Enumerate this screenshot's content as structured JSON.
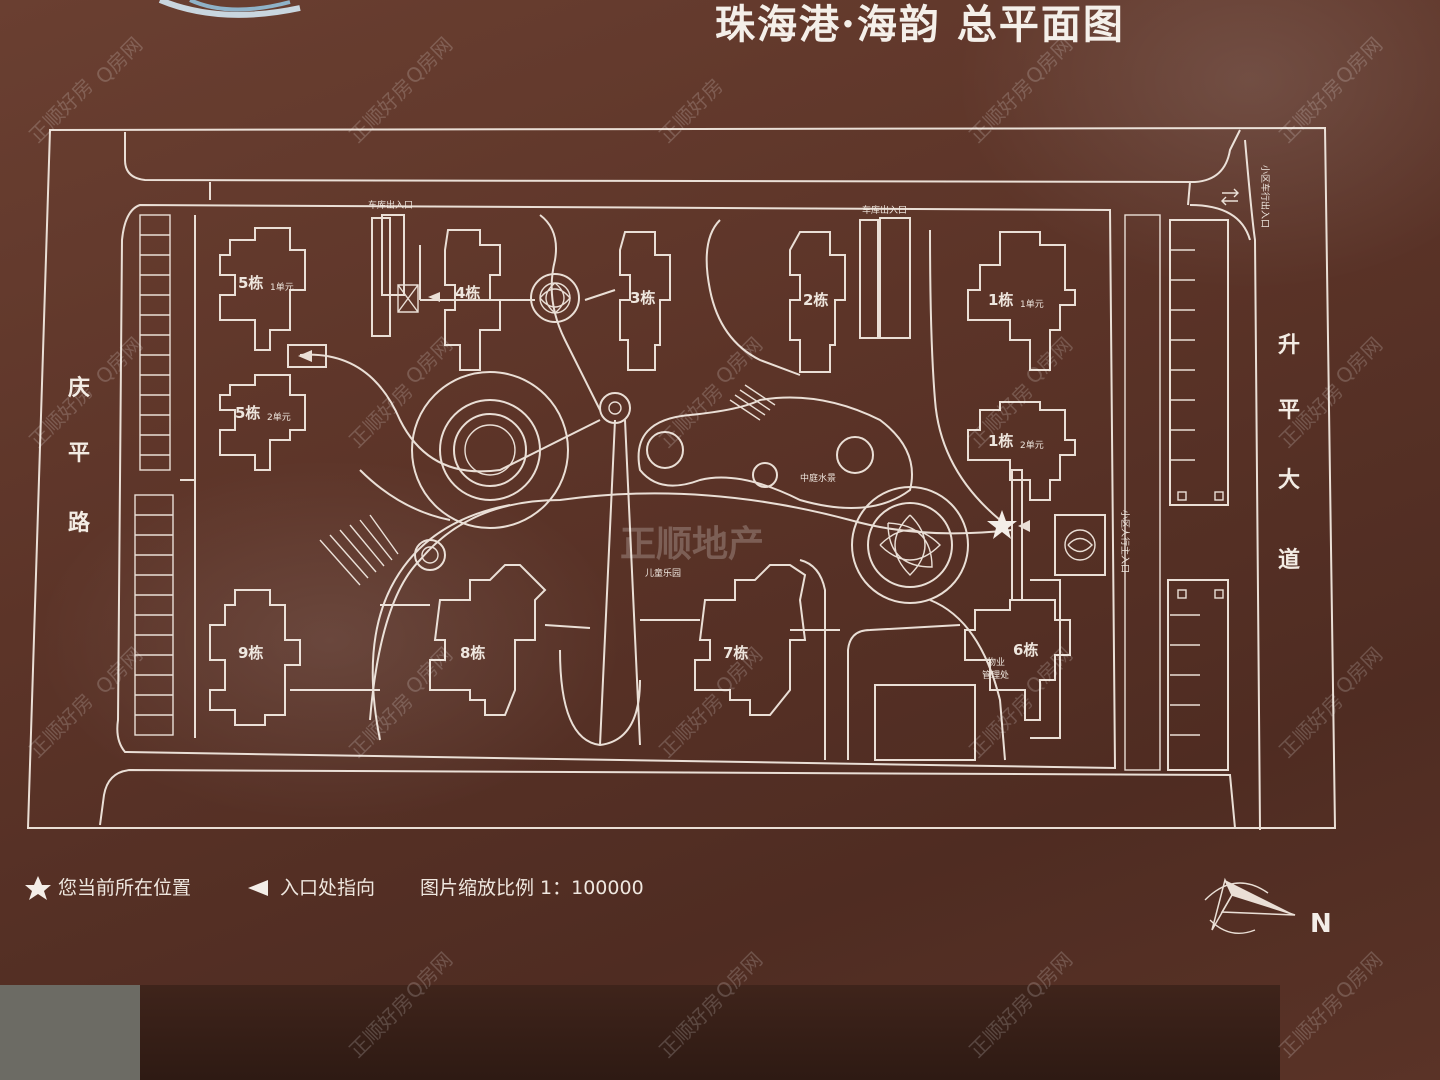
{
  "title": "珠海港·海韵 总平面图",
  "roads": {
    "west": "庆平路",
    "east": "升平大道"
  },
  "buildings": [
    {
      "name": "5栋",
      "unit": "1单元"
    },
    {
      "name": "5栋",
      "unit": "2单元"
    },
    {
      "name": "4栋",
      "unit": ""
    },
    {
      "name": "3栋",
      "unit": ""
    },
    {
      "name": "2栋",
      "unit": ""
    },
    {
      "name": "1栋",
      "unit": "1单元"
    },
    {
      "name": "1栋",
      "unit": "2单元"
    },
    {
      "name": "9栋",
      "unit": ""
    },
    {
      "name": "8栋",
      "unit": ""
    },
    {
      "name": "7栋",
      "unit": ""
    },
    {
      "name": "6栋",
      "unit": ""
    }
  ],
  "labels": {
    "garage_entrance_1": "车库出入口",
    "garage_entrance_2": "车库出入口",
    "vehicle_entrance": "小区车行出入口",
    "pedestrian_entrance": "小区人行主入口",
    "central_water": "中庭水景",
    "playground": "儿童乐园",
    "property_office_1": "物业",
    "property_office_2": "管理处"
  },
  "legend": {
    "current_position": "您当前所在位置",
    "entrance_direction": "入口处指向",
    "scale": "图片缩放比例 1：100000"
  },
  "compass": {
    "north": "N"
  },
  "watermarks": {
    "site": "正顺好房",
    "app": "Q房网",
    "center": "正顺地产"
  },
  "colors": {
    "board": "#5c3428",
    "lines": "#eadfd6"
  },
  "icons": {
    "current_position": "star-icon",
    "entrance_direction": "triangle-left-icon",
    "compass": "compass-icon"
  }
}
